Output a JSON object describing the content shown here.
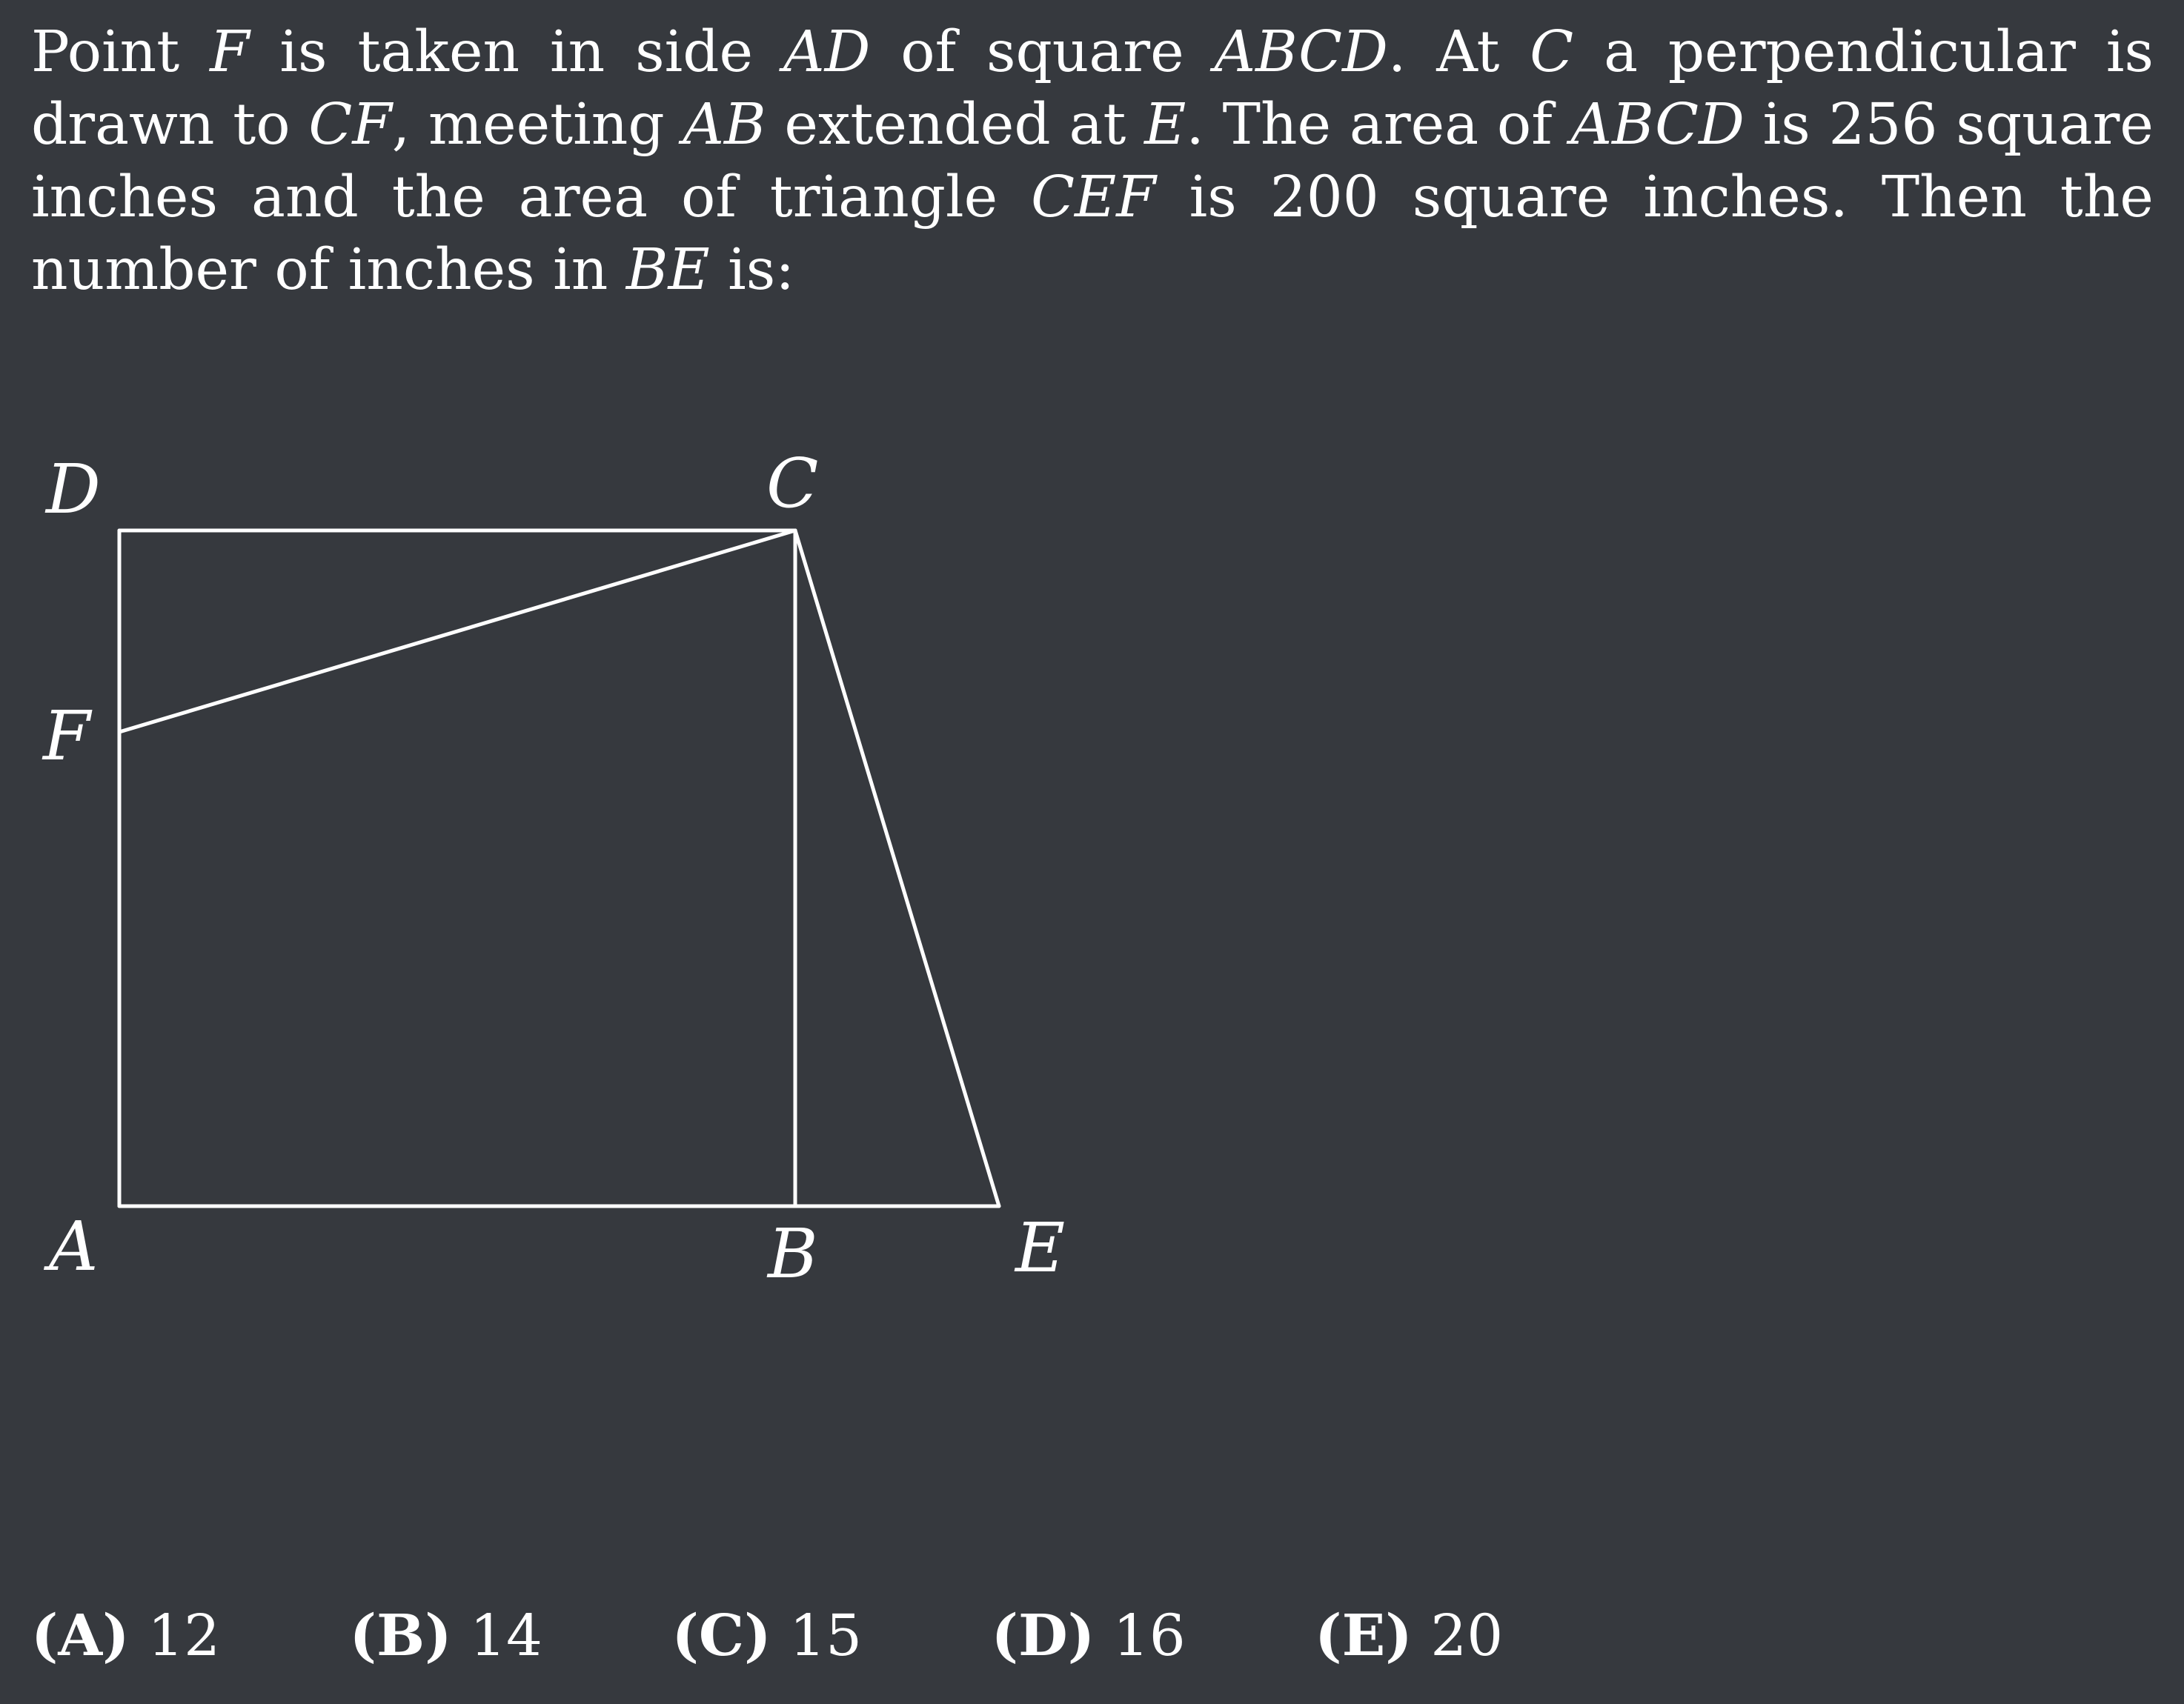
{
  "problem": {
    "parts": [
      {
        "t": "Point ",
        "m": false
      },
      {
        "t": "F",
        "m": true
      },
      {
        "t": " is taken in side ",
        "m": false
      },
      {
        "t": "AD",
        "m": true
      },
      {
        "t": " of square ",
        "m": false
      },
      {
        "t": "ABCD",
        "m": true
      },
      {
        "t": ". At ",
        "m": false
      },
      {
        "t": "C",
        "m": true
      },
      {
        "t": " a perpendicular is drawn to ",
        "m": false
      },
      {
        "t": "CF",
        "m": true
      },
      {
        "t": ", meeting ",
        "m": false
      },
      {
        "t": "AB",
        "m": true
      },
      {
        "t": " extended at ",
        "m": false
      },
      {
        "t": "E",
        "m": true
      },
      {
        "t": ". The area of ",
        "m": false
      },
      {
        "t": "ABCD",
        "m": true
      },
      {
        "t": " is 256 square inches and the area of triangle ",
        "m": false
      },
      {
        "t": "CEF",
        "m": true
      },
      {
        "t": " is 200 square inches. Then the number of inches in ",
        "m": false
      },
      {
        "t": "BE",
        "m": true
      },
      {
        "t": " is:",
        "m": false
      }
    ]
  },
  "figure": {
    "labels": {
      "A": "A",
      "B": "B",
      "C": "C",
      "D": "D",
      "E": "E",
      "F": "F"
    }
  },
  "choices": [
    {
      "letter": "(A)",
      "value": "12"
    },
    {
      "letter": "(B)",
      "value": "14"
    },
    {
      "letter": "(C)",
      "value": "15"
    },
    {
      "letter": "(D)",
      "value": "16"
    },
    {
      "letter": "(E)",
      "value": "20"
    }
  ]
}
